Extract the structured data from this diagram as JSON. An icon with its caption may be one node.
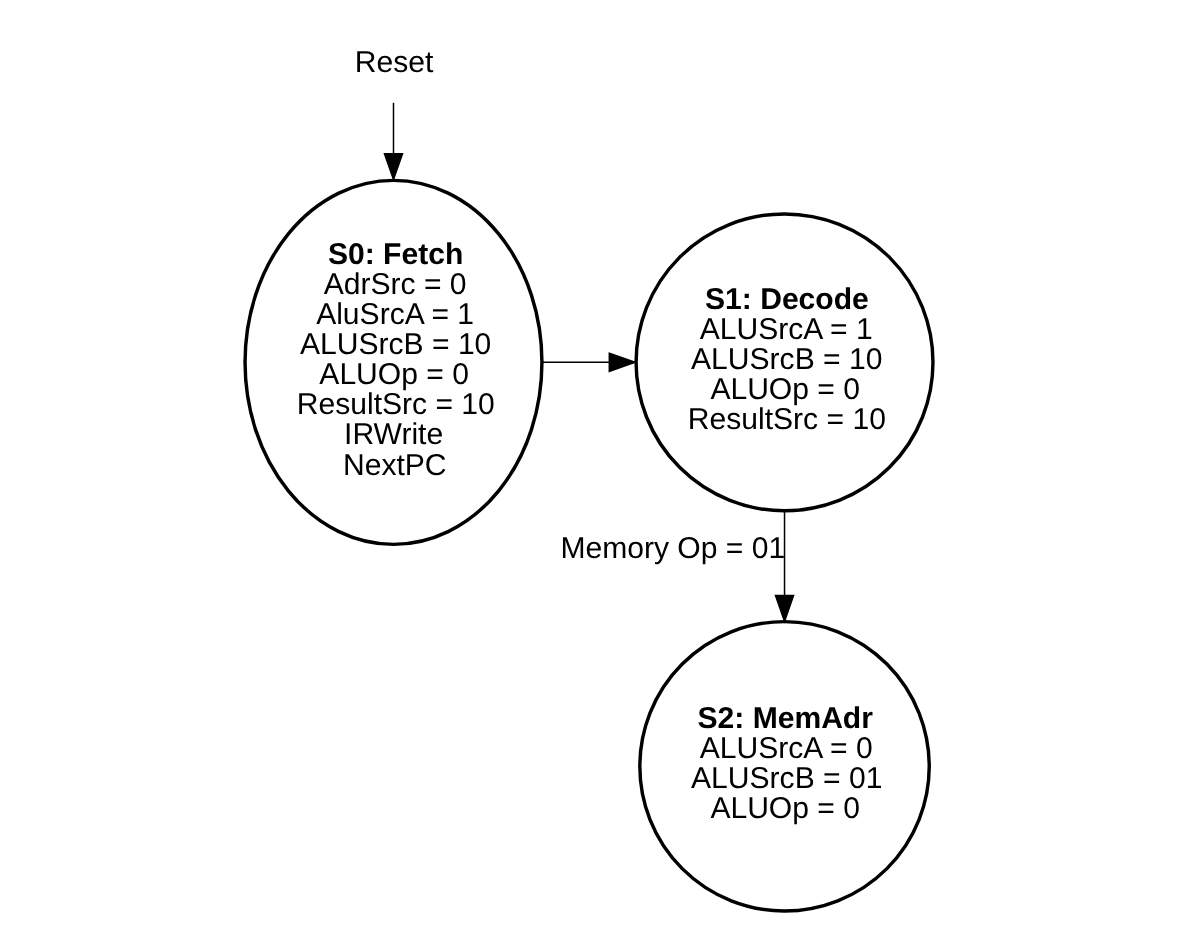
{
  "diagram": {
    "nodes": [
      {
        "text": [
          "Reset"
        ]
      },
      {
        "text": [
          "S0: Fetch",
          "AdrSrc = 0",
          "AluSrcA = 1",
          "ALUSrcB = 10",
          "ALUOp = 0",
          "ResultSrc = 10",
          "IRWrite",
          "NextPC"
        ]
      },
      {
        "text": [
          "S1: Decode",
          "ALUSrcA = 1",
          "ALUSrcB = 10",
          "ALUOp = 0",
          "ResultSrc = 10"
        ]
      },
      {
        "text": [
          "S2: MemAdr",
          "ALUSrcA = 0",
          "ALUSrcB = 01",
          "ALUOp = 0"
        ]
      }
    ],
    "edges": [
      {
        "from": 0,
        "to": 1,
        "arrow": "to"
      },
      {
        "from": 1,
        "to": 2,
        "arrow": "to"
      },
      {
        "from": 2,
        "to": 3,
        "arrow": "to",
        "label": "Memory Op = 01"
      }
    ]
  }
}
